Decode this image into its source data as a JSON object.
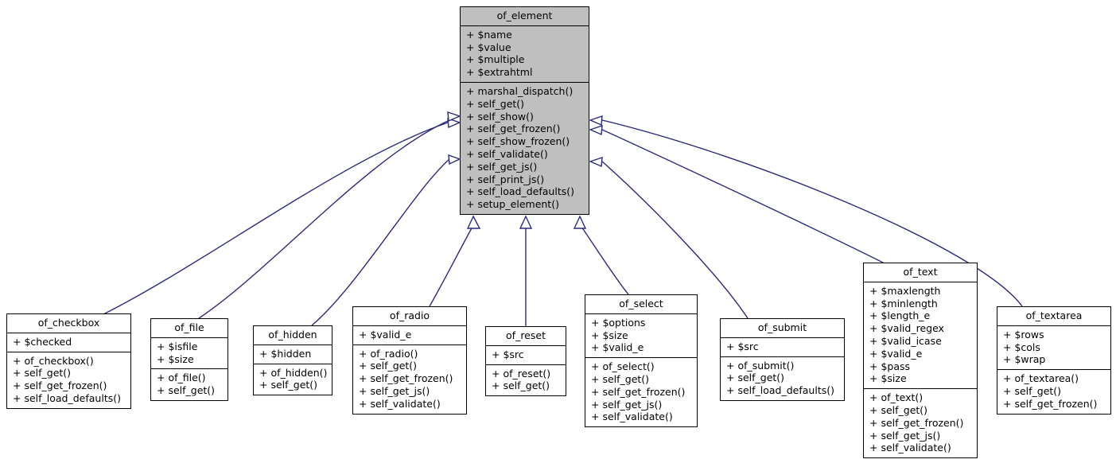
{
  "diagram": {
    "kind": "uml-class-inheritance-diagram",
    "root": "of_element",
    "colors": {
      "base_fill": "#bfbfbf",
      "subclass_fill": "#ffffff",
      "border": "#000000",
      "edge": "#2a2a7a",
      "background": "#ffffff"
    }
  },
  "classes": [
    {
      "id": "of_element",
      "name": "of_element",
      "attributes": [
        "+ $name",
        "+ $value",
        "+ $multiple",
        "+ $extrahtml"
      ],
      "methods": [
        "+ marshal_dispatch()",
        "+ self_get()",
        "+ self_show()",
        "+ self_get_frozen()",
        "+ self_show_frozen()",
        "+ self_validate()",
        "+ self_get_js()",
        "+ self_print_js()",
        "+ self_load_defaults()",
        "+ setup_element()"
      ]
    },
    {
      "id": "of_checkbox",
      "name": "of_checkbox",
      "attributes": [
        "+ $checked"
      ],
      "methods": [
        "+ of_checkbox()",
        "+ self_get()",
        "+ self_get_frozen()",
        "+ self_load_defaults()"
      ]
    },
    {
      "id": "of_file",
      "name": "of_file",
      "attributes": [
        "+ $isfile",
        "+ $size"
      ],
      "methods": [
        "+ of_file()",
        "+ self_get()"
      ]
    },
    {
      "id": "of_hidden",
      "name": "of_hidden",
      "attributes": [
        "+ $hidden"
      ],
      "methods": [
        "+ of_hidden()",
        "+ self_get()"
      ]
    },
    {
      "id": "of_radio",
      "name": "of_radio",
      "attributes": [
        "+ $valid_e"
      ],
      "methods": [
        "+ of_radio()",
        "+ self_get()",
        "+ self_get_frozen()",
        "+ self_get_js()",
        "+ self_validate()"
      ]
    },
    {
      "id": "of_reset",
      "name": "of_reset",
      "attributes": [
        "+ $src"
      ],
      "methods": [
        "+ of_reset()",
        "+ self_get()"
      ]
    },
    {
      "id": "of_select",
      "name": "of_select",
      "attributes": [
        "+ $options",
        "+ $size",
        "+ $valid_e"
      ],
      "methods": [
        "+ of_select()",
        "+ self_get()",
        "+ self_get_frozen()",
        "+ self_get_js()",
        "+ self_validate()"
      ]
    },
    {
      "id": "of_submit",
      "name": "of_submit",
      "attributes": [
        "+ $src"
      ],
      "methods": [
        "+ of_submit()",
        "+ self_get()",
        "+ self_load_defaults()"
      ]
    },
    {
      "id": "of_text",
      "name": "of_text",
      "attributes": [
        "+ $maxlength",
        "+ $minlength",
        "+ $length_e",
        "+ $valid_regex",
        "+ $valid_icase",
        "+ $valid_e",
        "+ $pass",
        "+ $size"
      ],
      "methods": [
        "+ of_text()",
        "+ self_get()",
        "+ self_get_frozen()",
        "+ self_get_js()",
        "+ self_validate()"
      ]
    },
    {
      "id": "of_textarea",
      "name": "of_textarea",
      "attributes": [
        "+ $rows",
        "+ $cols",
        "+ $wrap"
      ],
      "methods": [
        "+ of_textarea()",
        "+ self_get()",
        "+ self_get_frozen()"
      ]
    }
  ],
  "inheritance": [
    {
      "from": "of_checkbox",
      "to": "of_element"
    },
    {
      "from": "of_file",
      "to": "of_element"
    },
    {
      "from": "of_hidden",
      "to": "of_element"
    },
    {
      "from": "of_radio",
      "to": "of_element"
    },
    {
      "from": "of_reset",
      "to": "of_element"
    },
    {
      "from": "of_select",
      "to": "of_element"
    },
    {
      "from": "of_submit",
      "to": "of_element"
    },
    {
      "from": "of_text",
      "to": "of_element"
    },
    {
      "from": "of_textarea",
      "to": "of_element"
    }
  ]
}
